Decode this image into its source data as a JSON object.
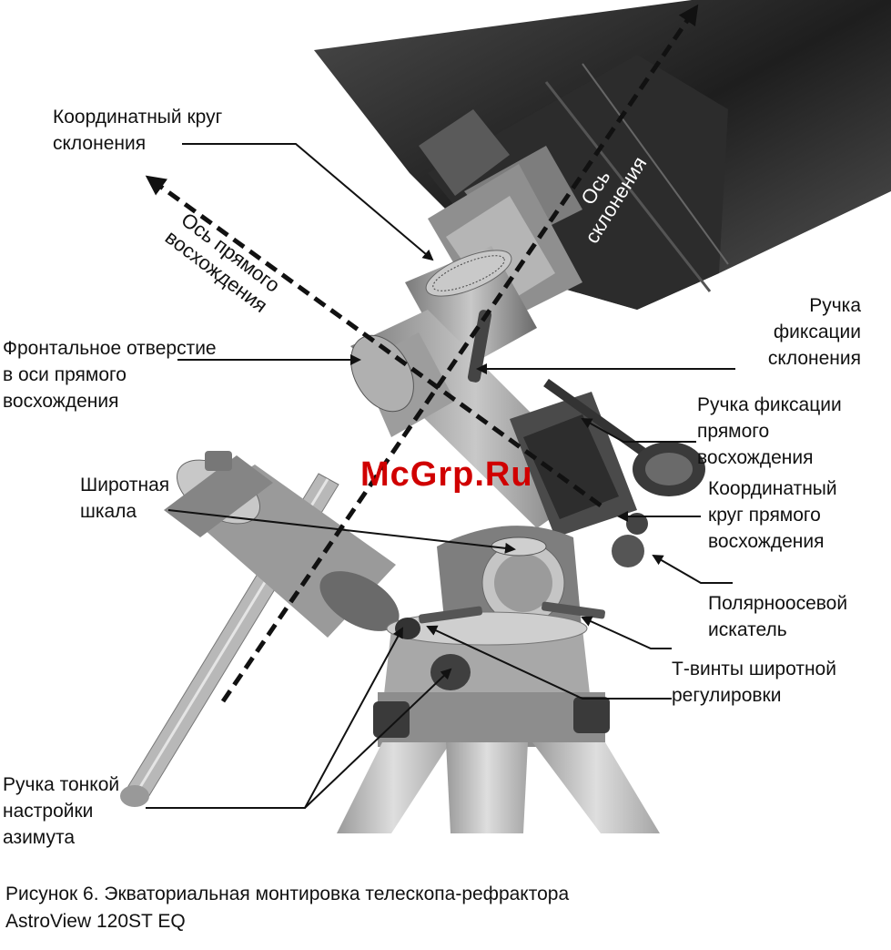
{
  "labels": {
    "dec_setting_circle": "Координатный круг\nсклонения",
    "dec_axis": "Ось\nсклонения",
    "ra_axis": "Ось прямого\nвосхождения",
    "ra_front_opening": "Фронтальное отверстие\nв оси прямого\nвосхождения",
    "dec_lock_knob": "Ручка\nфиксации\nсклонения",
    "ra_lock_knob": "Ручка фиксации\nпрямого\nвосхождения",
    "ra_setting_circle": "Координатный\nкруг прямого\nвосхождения",
    "latitude_scale": "Широтная\nшкала",
    "polar_finder": "Полярноосевой\nискатель",
    "latitude_t_bolts": "Т-винты широтной\nрегулировки",
    "azimuth_fine_knob": "Ручка тонкой\nнастройки\nазимута"
  },
  "caption": {
    "line1": "Рисунок 6. Экваториальная монтировка телескопа-рефрактора",
    "line2": "AstroView 120ST EQ"
  },
  "watermark": "McGrp.Ru",
  "colors": {
    "watermark": "#d00000",
    "ink": "#111111",
    "metal_light": "#b8b8b8",
    "metal_mid": "#8a8a8a",
    "metal_dark": "#3a3a3a",
    "tube_dark": "#262626"
  }
}
